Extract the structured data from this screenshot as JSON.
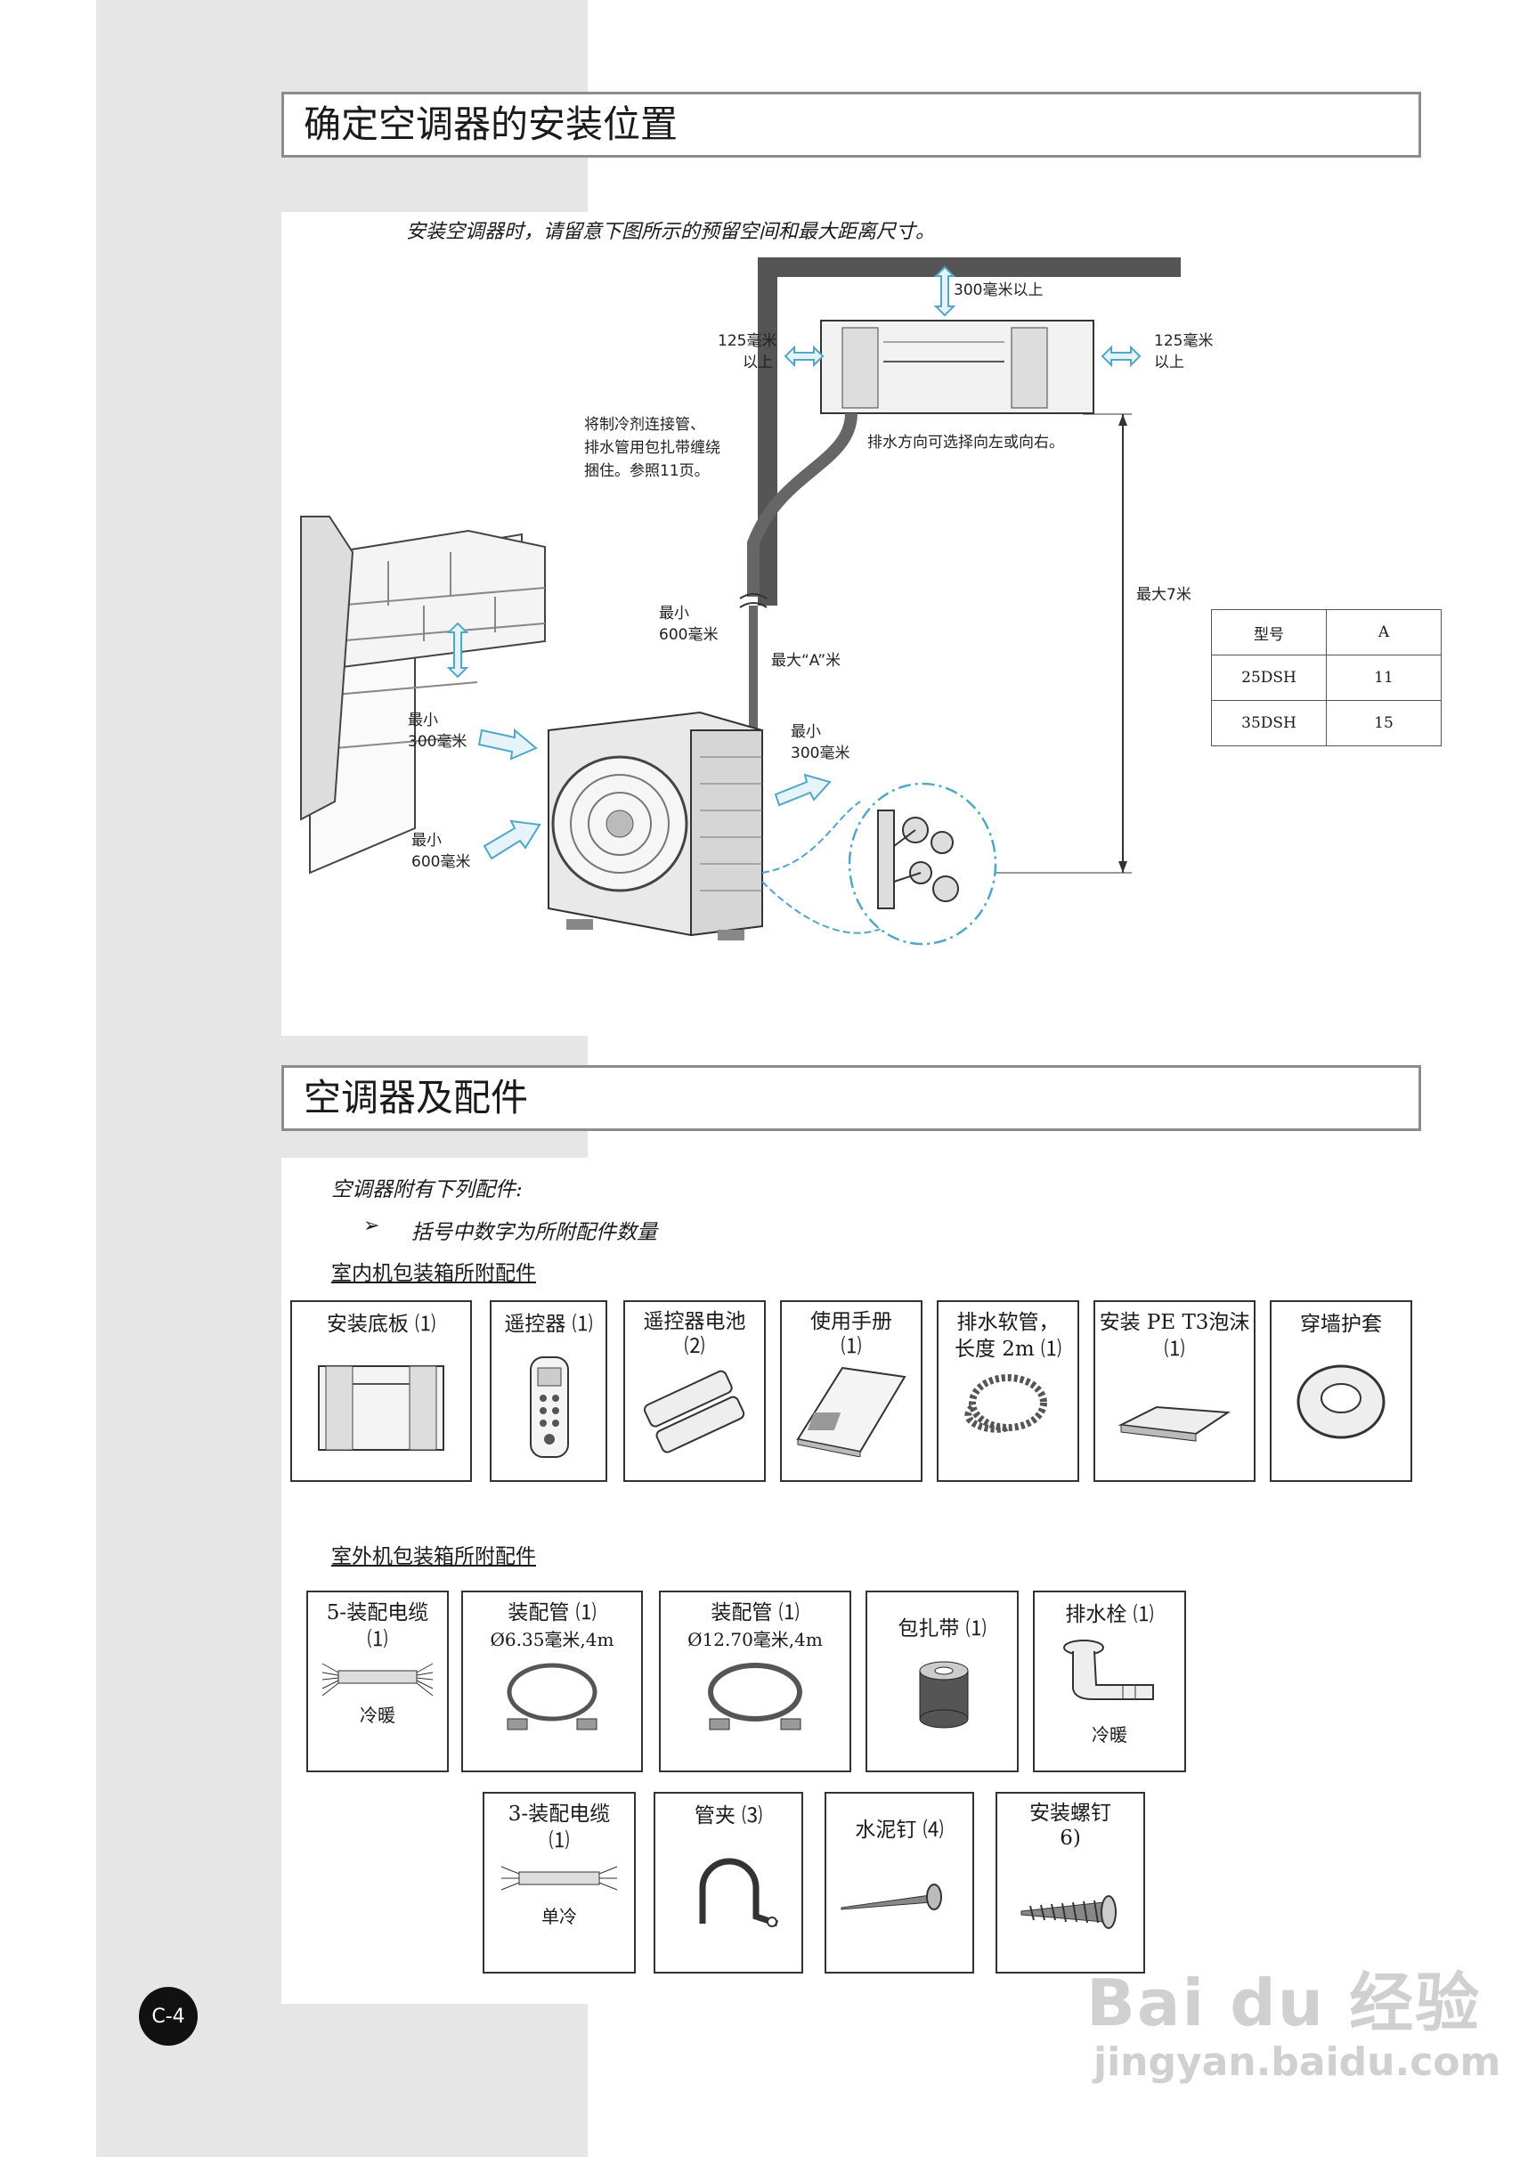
{
  "section1": {
    "title": "确定空调器的安装位置",
    "intro": "安装空调器时，请留意下图所示的预留空间和最大距离尺寸。",
    "labels": {
      "top_clear": "300毫米以上",
      "left_clear_1": "125毫米",
      "left_clear_2": "以上",
      "right_clear_1": "125毫米",
      "right_clear_2": "以上",
      "wrap_note_1": "将制冷剂连接管、",
      "wrap_note_2": "排水管用包扎带缠绕",
      "wrap_note_3": "捆住。参照11页。",
      "drain_note": "排水方向可选择向左或向右。",
      "max_7m": "最大7米",
      "max_a": "最大“A”米",
      "min600_top_1": "最小",
      "min600_top_2": "600毫米",
      "min300_left_1": "最小",
      "min300_left_2": "300毫米",
      "min300_right_1": "最小",
      "min300_right_2": "300毫米",
      "min600_front_1": "最小",
      "min600_front_2": "600毫米"
    },
    "model_table": {
      "headers": [
        "型号",
        "A"
      ],
      "rows": [
        [
          "25DSH",
          "11"
        ],
        [
          "35DSH",
          "15"
        ]
      ]
    }
  },
  "section2": {
    "title": "空调器及配件",
    "intro": "空调器附有下列配件:",
    "note_arrow": "➢",
    "note": "括号中数字为所附配件数量",
    "indoor_heading": "室内机包装箱所附配件",
    "indoor_items": [
      {
        "name": "安装底板",
        "qty": "⑴",
        "icon": "mounting-plate-icon"
      },
      {
        "name": "遥控器",
        "qty": "⑴",
        "icon": "remote-control-icon"
      },
      {
        "name": "遥控器电池",
        "qty": "⑵",
        "icon": "battery-icon"
      },
      {
        "name": "使用手册",
        "qty": "⑴",
        "icon": "manual-icon"
      },
      {
        "name": "排水软管，",
        "name2": "长度 2m",
        "qty": "⑴",
        "icon": "drain-hose-icon"
      },
      {
        "name": "安装 PE T3泡沫",
        "qty": "⑴",
        "icon": "foam-pad-icon"
      },
      {
        "name": "穿墙护套",
        "qty": "",
        "icon": "wall-sleeve-icon"
      }
    ],
    "outdoor_heading": "室外机包装箱所附配件",
    "outdoor_items": [
      {
        "name": "5-装配电缆",
        "qty": "⑴",
        "note": "冷暖",
        "icon": "cable-5-icon"
      },
      {
        "name": "装配管",
        "qty": "⑴",
        "spec": "Ø6.35毫米,4m",
        "icon": "pipe-small-icon"
      },
      {
        "name": "装配管",
        "qty": "⑴",
        "spec": "Ø12.70毫米,4m",
        "icon": "pipe-large-icon"
      },
      {
        "name": "包扎带",
        "qty": "⑴",
        "icon": "tape-roll-icon"
      },
      {
        "name": "排水栓",
        "qty": "⑴",
        "note": "冷暖",
        "icon": "drain-plug-icon"
      },
      {
        "name": "3-装配电缆",
        "qty": "⑴",
        "note": "单冷",
        "icon": "cable-3-icon"
      },
      {
        "name": "管夹",
        "qty": "⑶",
        "icon": "pipe-clamp-icon"
      },
      {
        "name": "水泥钉",
        "qty": "⑷",
        "icon": "concrete-nail-icon"
      },
      {
        "name": "安装螺钉",
        "qty": "6)",
        "icon": "screw-icon"
      }
    ]
  },
  "footer": {
    "page_number": "C-4",
    "watermark_brand": "Bai du 经验",
    "watermark_url": "jingyan.baidu.com"
  }
}
